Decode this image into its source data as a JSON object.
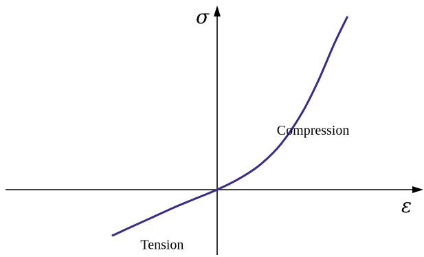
{
  "chart_data": {
    "type": "line",
    "title": "",
    "xlabel": "ε",
    "ylabel": "σ",
    "grid": false,
    "legend": "none",
    "xlim": [
      -1.0,
      1.35
    ],
    "ylim": [
      -0.3,
      1.0
    ],
    "series": [
      {
        "color": "#3a2a8f",
        "x": [
          -0.98,
          -0.8,
          -0.6,
          -0.4,
          -0.2,
          0.0,
          0.2,
          0.4,
          0.6,
          0.8,
          0.95,
          1.1,
          1.22
        ],
        "y": [
          -0.26,
          -0.21,
          -0.155,
          -0.1,
          -0.05,
          0.0,
          0.06,
          0.14,
          0.26,
          0.44,
          0.62,
          0.83,
          0.98
        ]
      }
    ],
    "annotations": [
      {
        "text": "Compression",
        "x": 0.96,
        "y": 0.34
      },
      {
        "text": "Tension",
        "x": -0.52,
        "y": -0.31
      }
    ]
  }
}
